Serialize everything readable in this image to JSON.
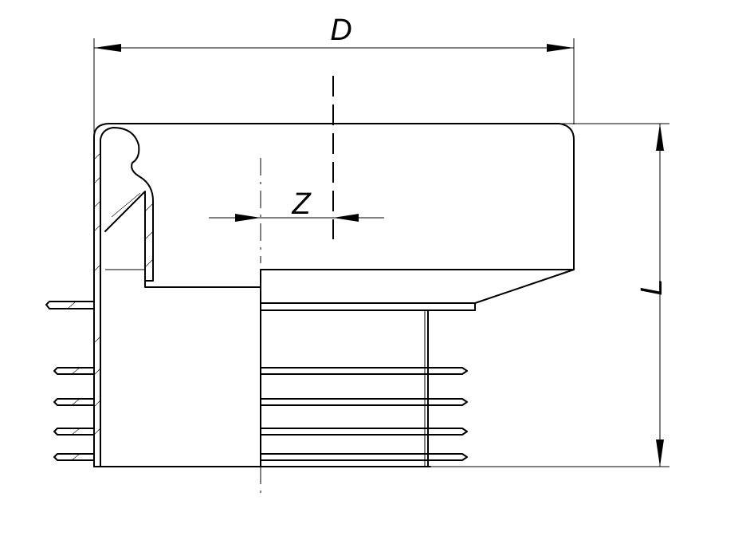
{
  "labels": {
    "diameter": "D",
    "offset": "Z",
    "length": "L"
  }
}
